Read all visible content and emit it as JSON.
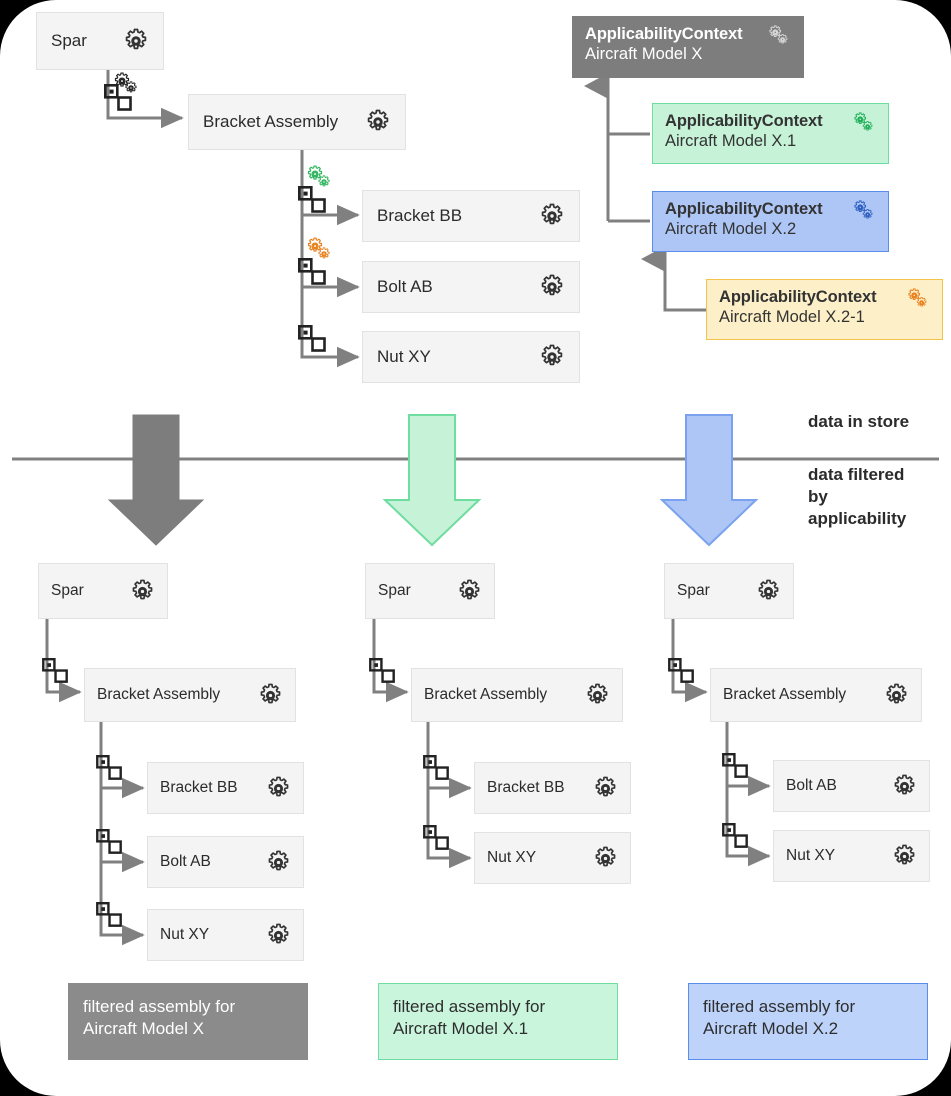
{
  "theme": {
    "node_fill": "#f4f4f4",
    "node_border": "#e2e2e2",
    "connector": "#808080",
    "grey": "#7d7d7d",
    "green": "#31b55f",
    "blue": "#3f68c4",
    "amber": "#e8811e",
    "green_fill": "#c6f2d8",
    "blue_fill": "#adc6f5",
    "amber_fill": "#fdf0c8"
  },
  "icons": {
    "gear": "gear-icon",
    "gears_pair": "double-gear-icon",
    "link": "link-relation-icon"
  },
  "store_tree": {
    "root": {
      "label": "Spar",
      "icon": "gear-icon"
    },
    "assembly": {
      "label": "Bracket Assembly",
      "icon": "gear-icon"
    },
    "children": [
      {
        "label": "Bracket BB",
        "icon": "gear-icon",
        "relation_color": "green"
      },
      {
        "label": "Bolt AB",
        "icon": "gear-icon",
        "relation_color": "amber"
      },
      {
        "label": "Nut XY",
        "icon": "gear-icon",
        "relation_color": "none"
      }
    ],
    "root_relation_color": "none"
  },
  "contexts": [
    {
      "title": "ApplicabilityContext",
      "subtitle": "Aircraft Model X",
      "style": "grey",
      "icon": "double-gear-icon"
    },
    {
      "title": "ApplicabilityContext",
      "subtitle": "Aircraft Model X.1",
      "style": "green",
      "icon": "double-gear-icon"
    },
    {
      "title": "ApplicabilityContext",
      "subtitle": "Aircraft Model X.2",
      "style": "blue",
      "icon": "double-gear-icon"
    },
    {
      "title": "ApplicabilityContext",
      "subtitle": "Aircraft Model X.2-1",
      "style": "amber",
      "icon": "double-gear-icon"
    }
  ],
  "divider": {
    "above_label": "data in store",
    "below_label": "data filtered\nby\napplicability",
    "below_line1": "data filtered",
    "below_line2": "by",
    "below_line3": "applicability"
  },
  "flow_arrows": [
    {
      "color": "#7d7d7d",
      "target": "Aircraft Model X"
    },
    {
      "color": "#c6f2d8",
      "target": "Aircraft Model X.1"
    },
    {
      "color": "#adc6f5",
      "target": "Aircraft Model X.2"
    }
  ],
  "filtered_trees": [
    {
      "caption": "filtered assembly for\nAircraft Model X",
      "caption_line1": "filtered assembly for",
      "caption_line2": "Aircraft Model X",
      "style": "grey",
      "root": "Spar",
      "assembly": "Bracket Assembly",
      "children": [
        "Bracket BB",
        "Bolt AB",
        "Nut XY"
      ]
    },
    {
      "caption": "filtered assembly for\nAircraft Model X.1",
      "caption_line1": "filtered assembly for",
      "caption_line2": "Aircraft Model X.1",
      "style": "green",
      "root": "Spar",
      "assembly": "Bracket Assembly",
      "children": [
        "Bracket BB",
        "Nut XY"
      ]
    },
    {
      "caption": "filtered assembly for\nAircraft Model X.2",
      "caption_line1": "filtered assembly for",
      "caption_line2": "Aircraft Model X.2",
      "style": "blue",
      "root": "Spar",
      "assembly": "Bracket Assembly",
      "children": [
        "Bolt AB",
        "Nut XY"
      ]
    }
  ]
}
